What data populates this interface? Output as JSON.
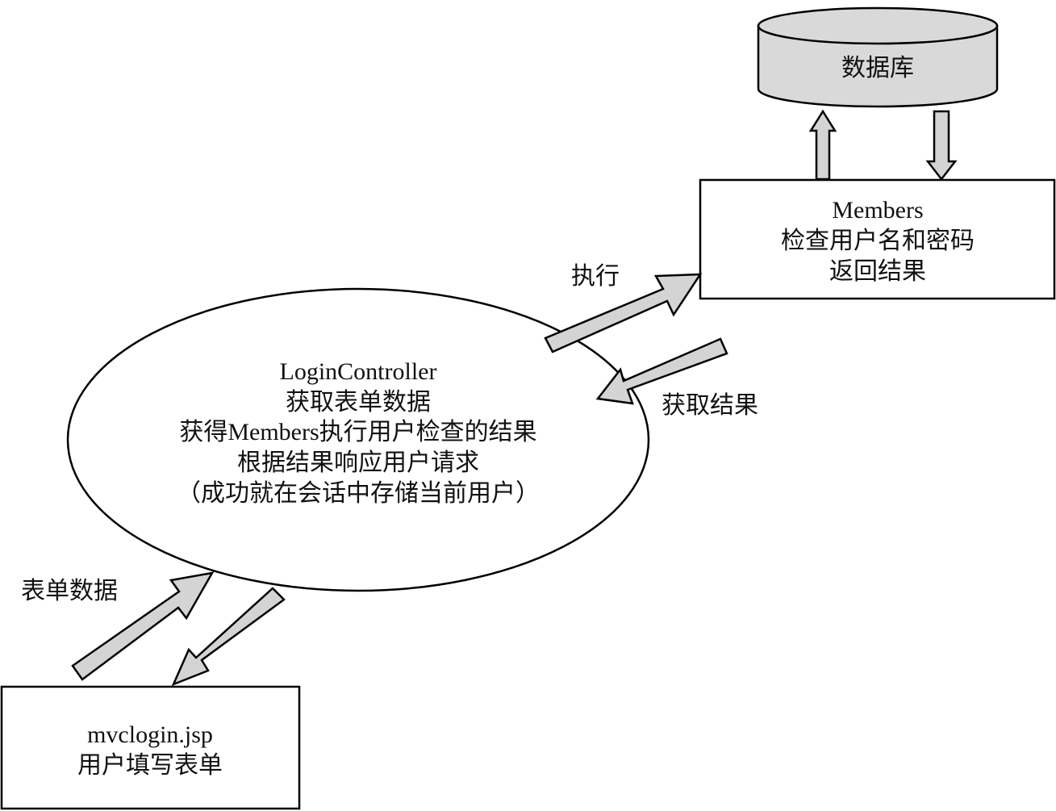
{
  "database": {
    "label": "数据库"
  },
  "members_box": {
    "lines": [
      "Members",
      "检查用户名和密码",
      "返回结果"
    ]
  },
  "controller": {
    "lines": [
      "LoginController",
      "获取表单数据",
      "获得Members执行用户检查的结果",
      "根据结果响应用户请求",
      "（成功就在会话中存储当前用户）"
    ]
  },
  "jsp_box": {
    "lines": [
      "mvclogin.jsp",
      "用户填写表单"
    ]
  },
  "edge_labels": {
    "execute": "执行",
    "get_result": "获取结果",
    "form_data": "表单数据"
  },
  "colors": {
    "arrow_fill": "#d4d4d4",
    "db_fill": "#d9d9d9",
    "stroke": "#000000"
  }
}
